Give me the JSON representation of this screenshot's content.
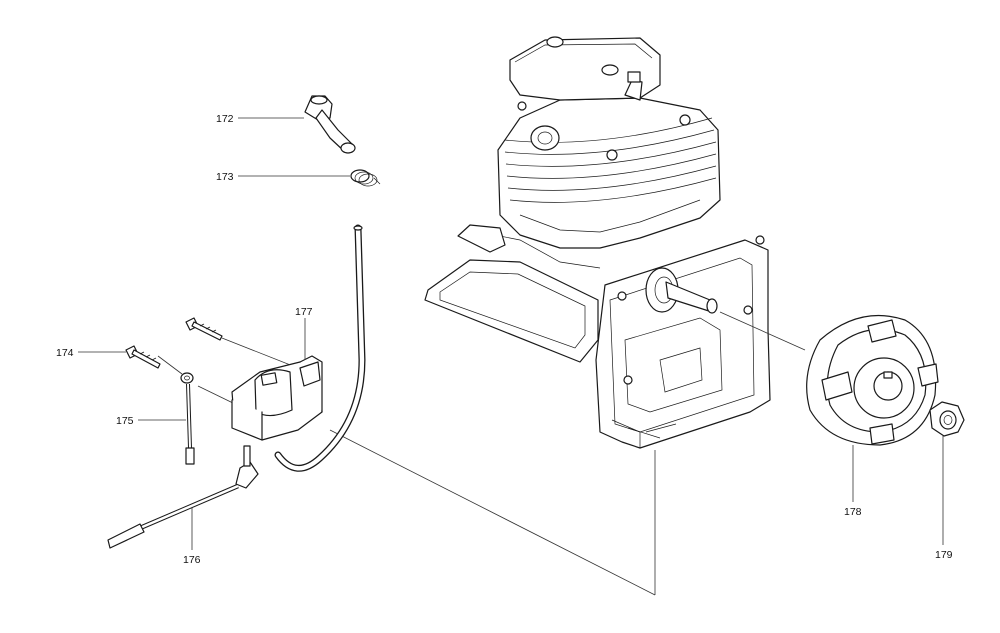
{
  "parts": [
    {
      "id": "172",
      "label": "172",
      "icon": "spark-plug-boot-icon"
    },
    {
      "id": "173",
      "label": "173",
      "icon": "spring-clip-icon"
    },
    {
      "id": "174",
      "label": "174",
      "icon": "screw-icon"
    },
    {
      "id": "175",
      "label": "175",
      "icon": "ground-wire-icon"
    },
    {
      "id": "176",
      "label": "176",
      "icon": "stop-wire-icon"
    },
    {
      "id": "177",
      "label": "177",
      "icon": "ignition-coil-icon"
    },
    {
      "id": "178",
      "label": "178",
      "icon": "flywheel-icon"
    },
    {
      "id": "179",
      "label": "179",
      "icon": "nut-icon"
    }
  ]
}
